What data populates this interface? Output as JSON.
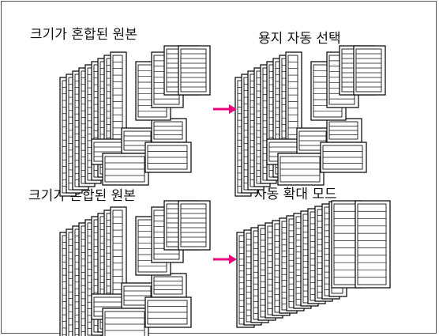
{
  "panels": [
    {
      "left_label": "크기가 혼합된 원본",
      "right_label": "용지 자동 선택"
    },
    {
      "left_label": "크기가 혼합된 원본",
      "right_label": "자동 확대 모드"
    }
  ],
  "colors": {
    "arrow": "#e6007e",
    "stroke": "#111111",
    "frame": "#555555"
  }
}
